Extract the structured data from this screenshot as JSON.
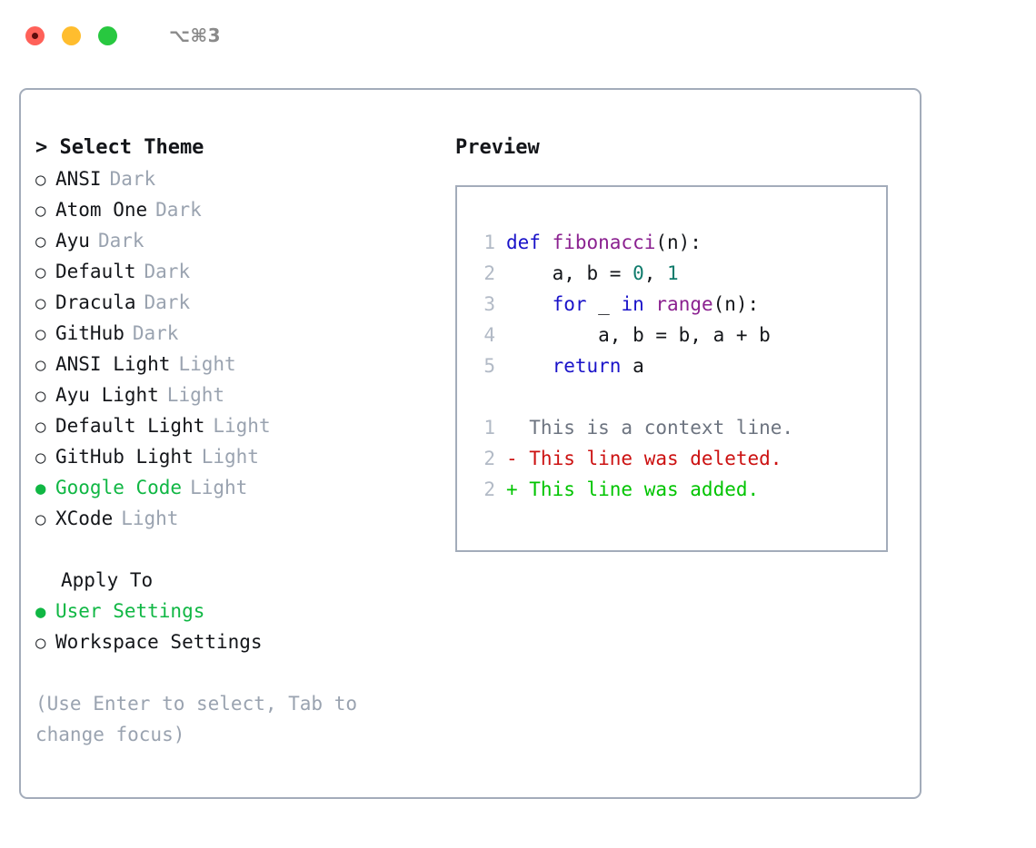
{
  "titlebar": {
    "lights": [
      {
        "name": "close",
        "color": "#ff6159"
      },
      {
        "name": "minimize",
        "color": "#ffbd2e"
      },
      {
        "name": "maximize",
        "color": "#28c840"
      }
    ],
    "shortcut": "⌥⌘3"
  },
  "theme_picker": {
    "heading": "> Select Theme",
    "options": [
      {
        "bullet": "○",
        "label": "ANSI",
        "tag": "Dark",
        "selected": false
      },
      {
        "bullet": "○",
        "label": "Atom One",
        "tag": "Dark",
        "selected": false
      },
      {
        "bullet": "○",
        "label": "Ayu",
        "tag": "Dark",
        "selected": false
      },
      {
        "bullet": "○",
        "label": "Default",
        "tag": "Dark",
        "selected": false
      },
      {
        "bullet": "○",
        "label": "Dracula",
        "tag": "Dark",
        "selected": false
      },
      {
        "bullet": "○",
        "label": "GitHub",
        "tag": "Dark",
        "selected": false
      },
      {
        "bullet": "○",
        "label": "ANSI Light",
        "tag": "Light",
        "selected": false
      },
      {
        "bullet": "○",
        "label": "Ayu Light",
        "tag": "Light",
        "selected": false
      },
      {
        "bullet": "○",
        "label": "Default Light",
        "tag": "Light",
        "selected": false
      },
      {
        "bullet": "○",
        "label": "GitHub Light",
        "tag": "Light",
        "selected": false
      },
      {
        "bullet": "●",
        "label": "Google Code",
        "tag": "Light",
        "selected": true
      },
      {
        "bullet": "○",
        "label": "XCode",
        "tag": "Light",
        "selected": false
      }
    ]
  },
  "apply_to": {
    "heading": "Apply To",
    "options": [
      {
        "bullet": "●",
        "label": "User Settings",
        "selected": true
      },
      {
        "bullet": "○",
        "label": "Workspace Settings",
        "selected": false
      }
    ]
  },
  "hint": "(Use Enter to select, Tab to change focus)",
  "preview": {
    "title": "Preview",
    "code_lines": [
      {
        "num": "1",
        "tokens": [
          {
            "t": "def ",
            "c": "tok-kw"
          },
          {
            "t": "fibonacci",
            "c": "tok-fn"
          },
          {
            "t": "(n):",
            "c": "tok-plain"
          }
        ]
      },
      {
        "num": "2",
        "tokens": [
          {
            "t": "    a, b = ",
            "c": "tok-plain"
          },
          {
            "t": "0",
            "c": "tok-num"
          },
          {
            "t": ", ",
            "c": "tok-plain"
          },
          {
            "t": "1",
            "c": "tok-num"
          }
        ]
      },
      {
        "num": "3",
        "tokens": [
          {
            "t": "    ",
            "c": "tok-plain"
          },
          {
            "t": "for",
            "c": "tok-kw"
          },
          {
            "t": " _ ",
            "c": "tok-plain"
          },
          {
            "t": "in",
            "c": "tok-kw"
          },
          {
            "t": " ",
            "c": "tok-plain"
          },
          {
            "t": "range",
            "c": "tok-fn"
          },
          {
            "t": "(n):",
            "c": "tok-plain"
          }
        ]
      },
      {
        "num": "4",
        "tokens": [
          {
            "t": "        a, b = b, a + b",
            "c": "tok-plain"
          }
        ]
      },
      {
        "num": "5",
        "tokens": [
          {
            "t": "    ",
            "c": "tok-plain"
          },
          {
            "t": "return",
            "c": "tok-kw"
          },
          {
            "t": " a",
            "c": "tok-plain"
          }
        ]
      }
    ],
    "diff_lines": [
      {
        "num": "1",
        "text": "  This is a context line.",
        "cls": "diff-ctx"
      },
      {
        "num": "2",
        "text": "- This line was deleted.",
        "cls": "diff-del"
      },
      {
        "num": "2",
        "text": "+ This line was added.",
        "cls": "diff-add"
      }
    ]
  },
  "colors": {
    "accent_green": "#10b744",
    "muted_gray": "#9aa3b0",
    "border": "#a3acba",
    "keyword_blue": "#1a13c9",
    "function_purple": "#8b2190",
    "number_teal": "#0f7b6c",
    "diff_red": "#cc1111",
    "diff_green": "#00c400"
  }
}
